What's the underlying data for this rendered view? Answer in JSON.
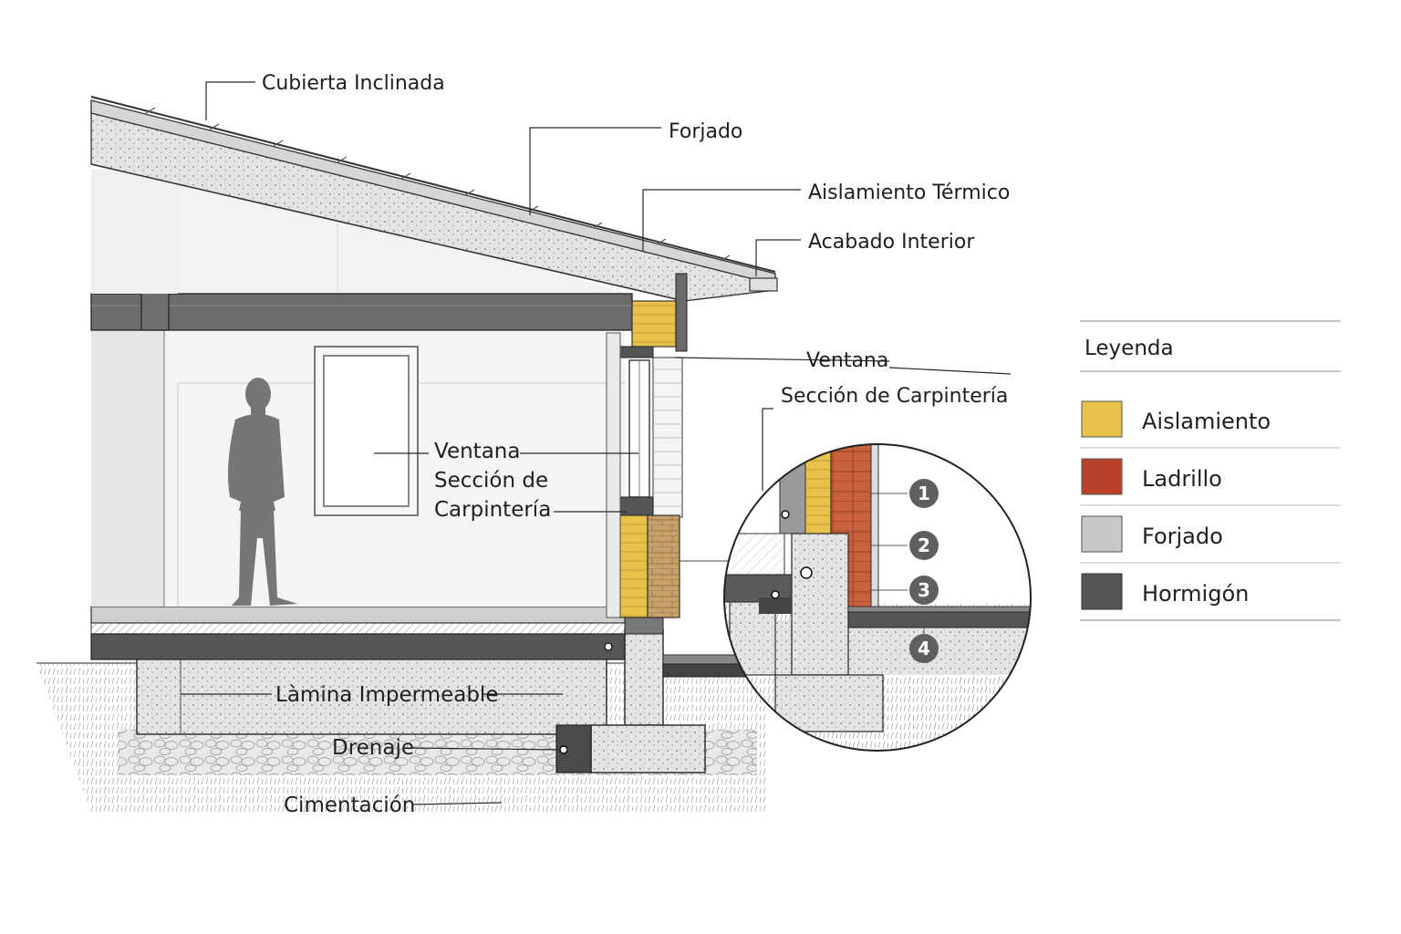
{
  "labels": {
    "roof": "Cubierta Inclinada",
    "slab": "Forjado",
    "insulation": "Aislamiento Térmico",
    "interior_finish": "Acabado Interior",
    "window": "Ventana",
    "joinery_section": "Sección de Carpintería",
    "inner_window": "Ventana",
    "inner_joinery_1": "Sección de",
    "inner_joinery_2": "Carpintería",
    "membrane": "Làmina Impermeable",
    "drainage": "Drenaje",
    "foundation": "Cimentación"
  },
  "detail_markers": [
    "1",
    "2",
    "3",
    "4"
  ],
  "legend": {
    "title": "Leyenda",
    "items": [
      {
        "label": "Aislamiento",
        "color": "#e8c14a"
      },
      {
        "label": "Ladrillo",
        "color": "#b9432a"
      },
      {
        "label": "Forjado",
        "color": "#c9c9c9"
      },
      {
        "label": "Hormigón",
        "color": "#555555"
      }
    ]
  },
  "colors": {
    "insulation": "#e8c14a",
    "brick": "#c0532f",
    "slab": "#c9c9c9",
    "concrete": "#555555",
    "brick_wall": "#c8a06a"
  }
}
